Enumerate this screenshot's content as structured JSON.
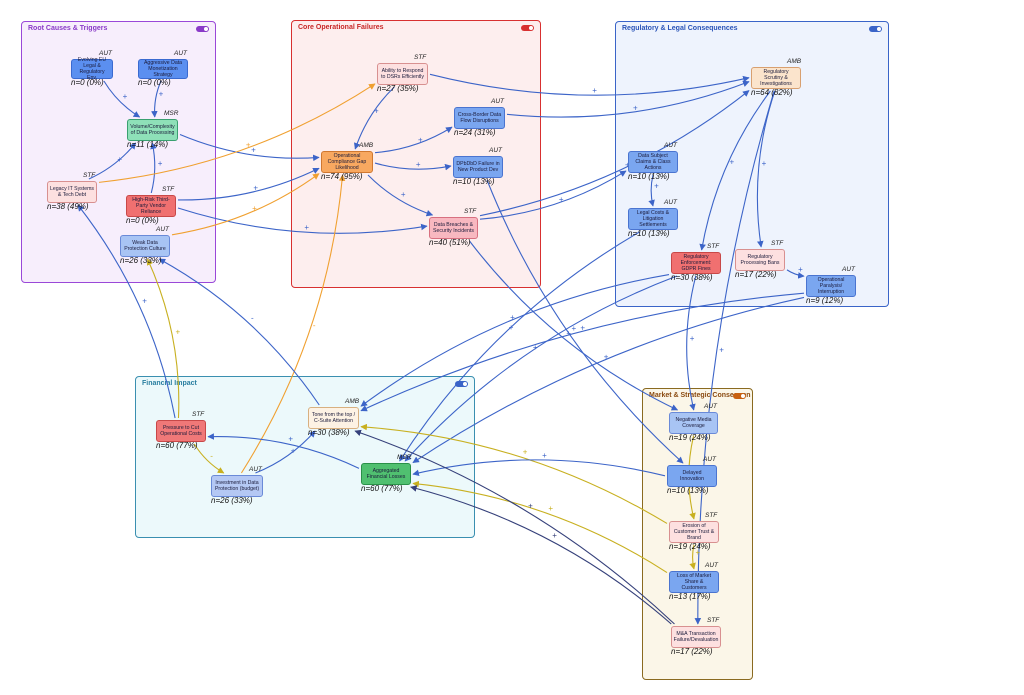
{
  "colors": {
    "edge_blue": "#3c64c8",
    "edge_orange": "#f0a030",
    "edge_olive": "#c8b020",
    "edge_navy": "#35407a"
  },
  "groups": [
    {
      "id": "root",
      "title": "Root Causes & Triggers",
      "border": "#9a48d8",
      "fill": "#f7eefc",
      "title_color": "#8a3ac8",
      "toggle": "#8a3ac8"
    },
    {
      "id": "core",
      "title": "Core Operational Failures",
      "border": "#d83030",
      "fill": "#fdeeee",
      "title_color": "#c82828",
      "toggle": "#d83030"
    },
    {
      "id": "reg",
      "title": "Regulatory & Legal Consequences",
      "border": "#3a64c8",
      "fill": "#eef3fd",
      "title_color": "#2a54b8",
      "toggle": "#3a64c8"
    },
    {
      "id": "fin",
      "title": "Financial Impact",
      "border": "#3a8fb0",
      "fill": "#ecf9fb",
      "title_color": "#2a7fa0",
      "toggle": "#3a64c8"
    },
    {
      "id": "mkt",
      "title": "Market & Strategic Consequen",
      "border": "#8a6a20",
      "fill": "#fbf6e8",
      "title_color": "#8a4a10",
      "toggle": "#c86010"
    }
  ],
  "nodes": [
    {
      "id": "n1",
      "label": "Evolving EU Legal & Regulatory Env.",
      "tag": "AUT",
      "count": "n=0 (0%)",
      "fill": "#5b8ff0",
      "border": "#3a6ad0"
    },
    {
      "id": "n2",
      "label": "Aggressive Data Monetization Strategy",
      "tag": "AUT",
      "count": "n=0 (0%)",
      "fill": "#5b8ff0",
      "border": "#3a6ad0"
    },
    {
      "id": "n3",
      "label": "Volume/Complexity of Data Processing",
      "tag": "MSR",
      "count": "n=11 (14%)",
      "fill": "#8ee0b8",
      "border": "#3aa070"
    },
    {
      "id": "n4",
      "label": "Legacy IT Systems & Tech Debt",
      "tag": "STF",
      "count": "n=38 (49%)",
      "fill": "#fde0e0",
      "border": "#d89090"
    },
    {
      "id": "n5",
      "label": "High-Risk Third-Party Vendor Reliance",
      "tag": "STF",
      "count": "n=0 (0%)",
      "fill": "#f07070",
      "border": "#c84848"
    },
    {
      "id": "n6",
      "label": "Weak Data Protection Culture",
      "tag": "AUT",
      "count": "n=26 (33%)",
      "fill": "#a8c4f4",
      "border": "#6a8ad8"
    },
    {
      "id": "n7",
      "label": "Ability to Respond to DSRs Efficiently",
      "tag": "STF",
      "count": "n=27 (35%)",
      "fill": "#fde0e0",
      "border": "#d89090"
    },
    {
      "id": "n8",
      "label": "Operational Compliance Gap Likelihood",
      "tag": "AMB",
      "count": "n=74 (95%)",
      "fill": "#f8a860",
      "border": "#d07830"
    },
    {
      "id": "n9",
      "label": "Cross-Border Data Flow Disruptions",
      "tag": "AUT",
      "count": "n=24 (31%)",
      "fill": "#7aa6f0",
      "border": "#4a74d0"
    },
    {
      "id": "n10",
      "label": "DPbDbD Failure in New Product Dev",
      "tag": "AUT",
      "count": "n=10 (13%)",
      "fill": "#7aa6f0",
      "border": "#4a74d0"
    },
    {
      "id": "n11",
      "label": "Data Breaches & Security Incidents",
      "tag": "STF",
      "count": "n=40 (51%)",
      "fill": "#f8b8c0",
      "border": "#d87080"
    },
    {
      "id": "n12",
      "label": "Regulatory Scrutiny & Investigations",
      "tag": "AMB",
      "count": "n=64 (82%)",
      "fill": "#fbe4cc",
      "border": "#d8a070"
    },
    {
      "id": "n13",
      "label": "Data Subject Claims & Class Actions",
      "tag": "AUT",
      "count": "n=10 (13%)",
      "fill": "#7aa6f0",
      "border": "#4a74d0"
    },
    {
      "id": "n14",
      "label": "Legal Costs & Litigation Settlements",
      "tag": "AUT",
      "count": "n=10 (13%)",
      "fill": "#7aa6f0",
      "border": "#4a74d0"
    },
    {
      "id": "n15",
      "label": "Regulatory Enforcement: GDPR Fines",
      "tag": "STF",
      "count": "n=30 (38%)",
      "fill": "#f07070",
      "border": "#c84848"
    },
    {
      "id": "n16",
      "label": "Regulatory Processing Bans",
      "tag": "STF",
      "count": "n=17 (22%)",
      "fill": "#fde0e0",
      "border": "#d89090"
    },
    {
      "id": "n17",
      "label": "Operational Paralysis/ Interruption",
      "tag": "AUT",
      "count": "n=9 (12%)",
      "fill": "#7aa6f0",
      "border": "#4a74d0"
    },
    {
      "id": "n18",
      "label": "Pressure to Cut Operational Costs",
      "tag": "STF",
      "count": "n=60 (77%)",
      "fill": "#f07878",
      "border": "#c84848"
    },
    {
      "id": "n19",
      "label": "Investment in Data Protection (budget)",
      "tag": "AUT",
      "count": "n=26 (33%)",
      "fill": "#b4c8f4",
      "border": "#6a8ad8"
    },
    {
      "id": "n20",
      "label": "Tone from the top / C-Suite Attention",
      "tag": "AMB",
      "count": "n=30 (38%)",
      "fill": "#fdf2e4",
      "border": "#d8b080"
    },
    {
      "id": "n21",
      "label": "Aggregated Financial Losses",
      "tag": "MSR",
      "count": "n=60 (77%)",
      "fill": "#50c070",
      "border": "#2a9048"
    },
    {
      "id": "n22",
      "label": "Negative Media Coverage",
      "tag": "AUT",
      "count": "n=19 (24%)",
      "fill": "#a8c4f4",
      "border": "#6a8ad8"
    },
    {
      "id": "n23",
      "label": "Delayed Innovation",
      "tag": "AUT",
      "count": "n=10 (13%)",
      "fill": "#7aa6f0",
      "border": "#4a74d0"
    },
    {
      "id": "n24",
      "label": "Erosion of Customer Trust & Brand",
      "tag": "STF",
      "count": "n=19 (24%)",
      "fill": "#fde0e0",
      "border": "#d89090"
    },
    {
      "id": "n25",
      "label": "Loss of Market Share & Customers",
      "tag": "AUT",
      "count": "n=13 (17%)",
      "fill": "#7aa6f0",
      "border": "#4a74d0"
    },
    {
      "id": "n26",
      "label": "M&A Transaction Failure/Devaluation",
      "tag": "STF",
      "count": "n=17 (22%)",
      "fill": "#fde0e0",
      "border": "#d89090"
    }
  ],
  "edges": [
    {
      "from": "n1",
      "to": "n3",
      "color": "edge_blue",
      "label": "+"
    },
    {
      "from": "n2",
      "to": "n3",
      "color": "edge_blue",
      "label": "+"
    },
    {
      "from": "n4",
      "to": "n3",
      "color": "edge_blue",
      "label": "+"
    },
    {
      "from": "n5",
      "to": "n3",
      "color": "edge_blue",
      "label": "+"
    },
    {
      "from": "n3",
      "to": "n8",
      "color": "edge_blue",
      "label": "+"
    },
    {
      "from": "n4",
      "to": "n7",
      "color": "edge_orange",
      "label": "+"
    },
    {
      "from": "n5",
      "to": "n8",
      "color": "edge_blue",
      "label": "+"
    },
    {
      "from": "n5",
      "to": "n11",
      "color": "edge_blue",
      "label": "+"
    },
    {
      "from": "n6",
      "to": "n8",
      "color": "edge_orange",
      "label": "+"
    },
    {
      "from": "n7",
      "to": "n8",
      "color": "edge_blue",
      "label": "+"
    },
    {
      "from": "n7",
      "to": "n12",
      "color": "edge_blue",
      "label": "+"
    },
    {
      "from": "n8",
      "to": "n9",
      "color": "edge_blue",
      "label": "+"
    },
    {
      "from": "n8",
      "to": "n10",
      "color": "edge_blue",
      "label": "+"
    },
    {
      "from": "n8",
      "to": "n11",
      "color": "edge_blue",
      "label": "+"
    },
    {
      "from": "n9",
      "to": "n12",
      "color": "edge_blue",
      "label": "+"
    },
    {
      "from": "n10",
      "to": "n23",
      "color": "edge_blue",
      "label": "+"
    },
    {
      "from": "n11",
      "to": "n12",
      "color": "edge_blue",
      "label": "+"
    },
    {
      "from": "n11",
      "to": "n13",
      "color": "edge_blue",
      "label": "+"
    },
    {
      "from": "n11",
      "to": "n22",
      "color": "edge_blue",
      "label": "+"
    },
    {
      "from": "n12",
      "to": "n15",
      "color": "edge_blue",
      "label": "+"
    },
    {
      "from": "n12",
      "to": "n16",
      "color": "edge_blue",
      "label": "+"
    },
    {
      "from": "n12",
      "to": "n26",
      "color": "edge_blue",
      "label": "+"
    },
    {
      "from": "n13",
      "to": "n14",
      "color": "edge_blue",
      "label": "+"
    },
    {
      "from": "n14",
      "to": "n21",
      "color": "edge_blue",
      "label": "+"
    },
    {
      "from": "n15",
      "to": "n21",
      "color": "edge_blue",
      "label": "+"
    },
    {
      "from": "n15",
      "to": "n22",
      "color": "edge_blue",
      "label": "+"
    },
    {
      "from": "n15",
      "to": "n20",
      "color": "edge_blue",
      "label": "+"
    },
    {
      "from": "n16",
      "to": "n17",
      "color": "edge_blue",
      "label": "+"
    },
    {
      "from": "n17",
      "to": "n21",
      "color": "edge_blue",
      "label": "+"
    },
    {
      "from": "n17",
      "to": "n20",
      "color": "edge_blue",
      "label": "+"
    },
    {
      "from": "n18",
      "to": "n19",
      "color": "edge_olive",
      "label": "-"
    },
    {
      "from": "n18",
      "to": "n6",
      "color": "edge_olive",
      "label": "+"
    },
    {
      "from": "n18",
      "to": "n4",
      "color": "edge_blue",
      "label": "+"
    },
    {
      "from": "n19",
      "to": "n8",
      "color": "edge_orange",
      "label": "-"
    },
    {
      "from": "n19",
      "to": "n20",
      "color": "edge_blue",
      "label": "+"
    },
    {
      "from": "n20",
      "to": "n6",
      "color": "edge_blue",
      "label": "-"
    },
    {
      "from": "n21",
      "to": "n18",
      "color": "edge_blue",
      "label": "+"
    },
    {
      "from": "n22",
      "to": "n24",
      "color": "edge_olive",
      "label": "+"
    },
    {
      "from": "n24",
      "to": "n25",
      "color": "edge_olive",
      "label": "+"
    },
    {
      "from": "n24",
      "to": "n20",
      "color": "edge_olive",
      "label": "+"
    },
    {
      "from": "n25",
      "to": "n21",
      "color": "edge_olive",
      "label": "+"
    },
    {
      "from": "n23",
      "to": "n21",
      "color": "edge_blue",
      "label": "+"
    },
    {
      "from": "n26",
      "to": "n21",
      "color": "edge_navy",
      "label": "+"
    },
    {
      "from": "n26",
      "to": "n20",
      "color": "edge_navy",
      "label": "+"
    }
  ]
}
